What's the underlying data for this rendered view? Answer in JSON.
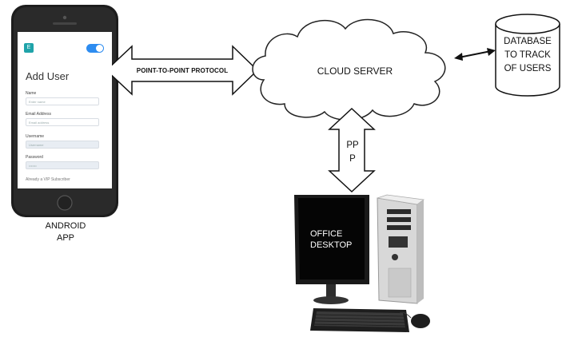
{
  "phone": {
    "app_badge": "E",
    "screen_title": "Add User",
    "fields": [
      {
        "label": "Name",
        "value": "Enter name"
      },
      {
        "label": "Email Address",
        "value": "Email address"
      },
      {
        "label": "Username",
        "value": "Username"
      },
      {
        "label": "Password",
        "value": "•••••••"
      }
    ],
    "footer": "Already a VIP Subscriber",
    "caption_line1": "ANDROID",
    "caption_line2": "APP"
  },
  "links": {
    "phone_to_cloud": "POINT-TO-POINT PROTOCOL",
    "cloud_to_desktop_line1": "PP",
    "cloud_to_desktop_line2": "P"
  },
  "cloud": {
    "label": "CLOUD SERVER"
  },
  "database": {
    "line1": "DATABASE",
    "line2": "TO TRACK",
    "line3": "OF USERS"
  },
  "desktop": {
    "line1": "OFFICE",
    "line2": "DESKTOP"
  },
  "colors": {
    "toggle": "#2d8cf0",
    "badge": "#1fa3a9",
    "phone_body": "#1d1d1d"
  }
}
